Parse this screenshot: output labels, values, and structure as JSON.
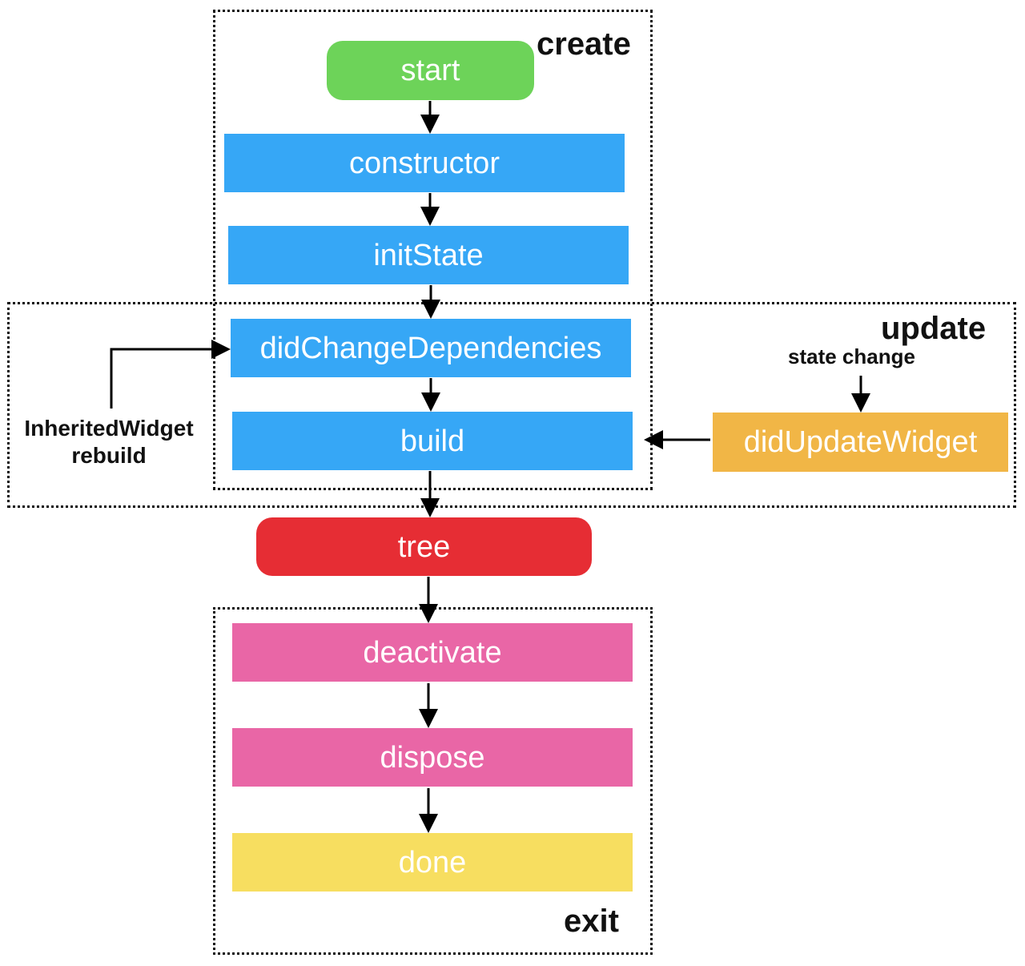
{
  "groups": {
    "create": {
      "label": "create"
    },
    "update": {
      "label": "update",
      "sublabel": "state change"
    },
    "exit": {
      "label": "exit"
    }
  },
  "nodes": {
    "start": {
      "label": "start",
      "color": "#6dd359"
    },
    "constructor": {
      "label": "constructor",
      "color": "#36a7f6"
    },
    "initState": {
      "label": "initState",
      "color": "#36a7f6"
    },
    "didChangeDependencies": {
      "label": "didChangeDependencies",
      "color": "#36a7f6"
    },
    "build": {
      "label": "build",
      "color": "#36a7f6"
    },
    "didUpdateWidget": {
      "label": "didUpdateWidget",
      "color": "#f1b646"
    },
    "tree": {
      "label": "tree",
      "color": "#e62d34"
    },
    "deactivate": {
      "label": "deactivate",
      "color": "#e966a6"
    },
    "dispose": {
      "label": "dispose",
      "color": "#e966a6"
    },
    "done": {
      "label": "done",
      "color": "#f7de60"
    }
  },
  "notes": {
    "inherited_line1": "InheritedWidget",
    "inherited_line2": "rebuild"
  },
  "edges": [
    {
      "from": "start",
      "to": "constructor"
    },
    {
      "from": "constructor",
      "to": "initState"
    },
    {
      "from": "initState",
      "to": "didChangeDependencies"
    },
    {
      "from": "didChangeDependencies",
      "to": "build"
    },
    {
      "from": "build",
      "to": "tree"
    },
    {
      "from": "tree",
      "to": "deactivate"
    },
    {
      "from": "deactivate",
      "to": "dispose"
    },
    {
      "from": "dispose",
      "to": "done"
    },
    {
      "from": "didUpdateWidget",
      "to": "build"
    },
    {
      "from": "state change",
      "to": "didUpdateWidget"
    },
    {
      "from": "InheritedWidget rebuild",
      "to": "didChangeDependencies"
    }
  ]
}
